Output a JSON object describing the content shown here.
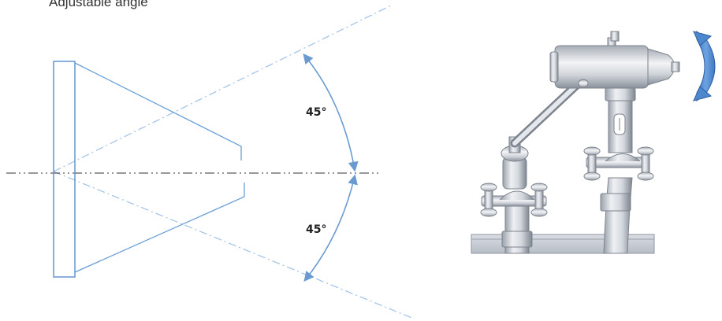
{
  "caption_partial": "Adjustable angle",
  "angles": {
    "upper": "45°",
    "lower": "45°"
  },
  "colors": {
    "outline": "#6a9fd6",
    "centerline": "#333333",
    "projection": "#9fc0e6",
    "arrow": "#6a9bd0",
    "rotate_arrow": "#4d88cf"
  },
  "icons": {
    "rotate": "curved-rotation-arrow-icon"
  }
}
